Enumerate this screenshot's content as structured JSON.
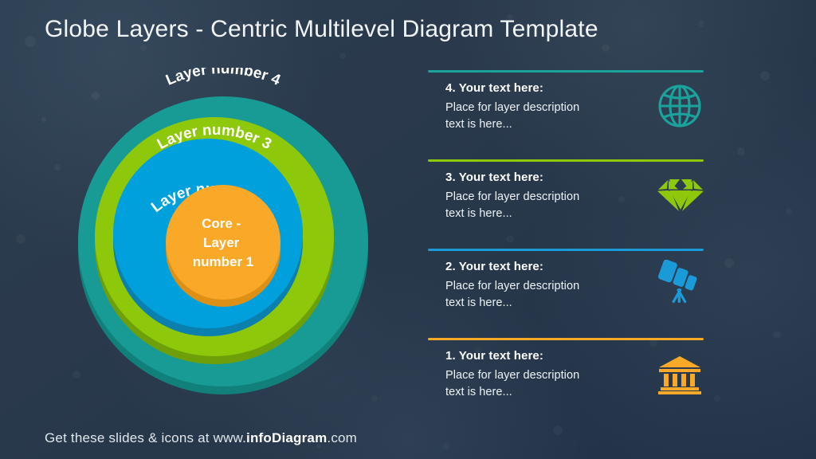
{
  "slide": {
    "title": "Globe Layers - Centric Multilevel Diagram Template",
    "background_color": "#28394a"
  },
  "diagram": {
    "name": "concentric-layers-diagram",
    "layers": [
      {
        "id": "layer4",
        "label": "Layer number 4",
        "color": "#189b95",
        "shadow_color": "#11807b",
        "order": 4
      },
      {
        "id": "layer3",
        "label": "Layer number 3",
        "color": "#8dc80b",
        "shadow_color": "#6f9f08",
        "order": 3
      },
      {
        "id": "layer2",
        "label": "Layer number 2",
        "color": "#00a0dc",
        "shadow_color": "#0b7fae",
        "order": 2
      }
    ],
    "core": {
      "id": "layer1",
      "color": "#f9a927",
      "shadow_color": "#dd8f16",
      "lines": [
        "Core -",
        "Layer",
        "number 1"
      ]
    }
  },
  "list": {
    "items": [
      {
        "number": "4.",
        "heading": "4. Your text here:",
        "description_line1": "Place for layer description",
        "description_line2": "text is here...",
        "color": "#1aa39c",
        "icon": "globe-icon"
      },
      {
        "number": "3.",
        "heading": "3. Your text here:",
        "description_line1": "Place for layer description",
        "description_line2": "text is here...",
        "color": "#8dc80b",
        "icon": "diamond-icon"
      },
      {
        "number": "2.",
        "heading": "2. Your text here:",
        "description_line1": "Place for layer description",
        "description_line2": "text is here...",
        "color": "#1b9ad8",
        "icon": "telescope-icon"
      },
      {
        "number": "1.",
        "heading": "1. Your text here:",
        "description_line1": "Place for layer description",
        "description_line2": "text is here...",
        "color": "#f9a927",
        "icon": "bank-icon"
      }
    ]
  },
  "footer": {
    "prefix": "Get these slides & icons at www.",
    "brand": "infoDiagram",
    "suffix": ".com"
  }
}
